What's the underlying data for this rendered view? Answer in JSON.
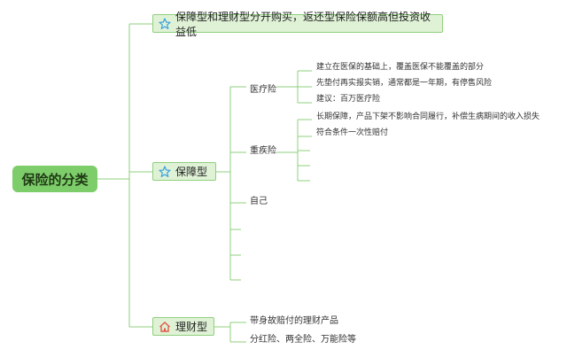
{
  "root": {
    "label": "保险的分类"
  },
  "branches": [
    {
      "label": "保障型和理财型分开购买，返还型保险保额高但投资收益低",
      "icon": "star-icon"
    },
    {
      "label": "保障型",
      "icon": "star-icon",
      "children": [
        {
          "label": "医疗险",
          "items": [
            "建立在医保的基础上，覆盖医保不能覆盖的部分",
            "先垫付再实报实销，通常都是一年期，有停售风险",
            "建议：百万医疗险"
          ]
        },
        {
          "label": "重疾险",
          "items": [
            "长期保障，产品下架不影响合同履行，补偿生病期间的收入损失",
            "符合条件一次性赔付",
            "",
            "",
            ""
          ]
        },
        {
          "label": "自己",
          "items": []
        },
        {
          "label": "",
          "items": []
        },
        {
          "label": "",
          "items": []
        },
        {
          "label": "",
          "items": []
        }
      ]
    },
    {
      "label": "理财型",
      "icon": "home-icon",
      "children": [
        {
          "label": "带身故赔付的理财产品",
          "items": []
        },
        {
          "label": "分红险、两全险、万能险等",
          "items": []
        }
      ]
    }
  ],
  "colors": {
    "line": "#8fcf7d",
    "root_fill": "#7ecd6b",
    "branch_fill": "#dff2d6",
    "star": "#3aa0e0",
    "home": "#e05a4a"
  }
}
